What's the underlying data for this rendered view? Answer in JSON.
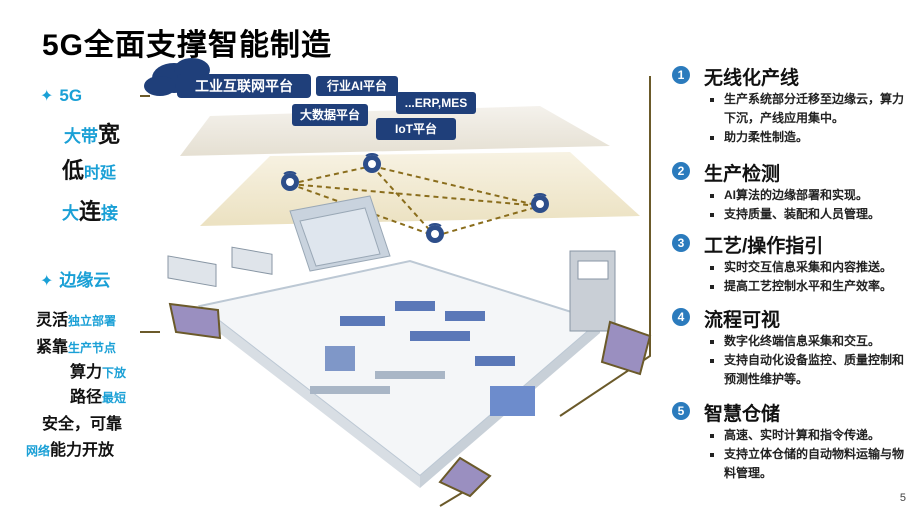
{
  "title": "5G全面支撑智能制造",
  "left": {
    "g5_head": "5G",
    "g5_lines": [
      {
        "a": "大带",
        "b": "宽"
      },
      {
        "a": "低",
        "b": "时延"
      },
      {
        "a": "大",
        "b": "连",
        "c": "接"
      }
    ],
    "edge_head": "边缘云",
    "edge_lines": [
      {
        "a": "灵活",
        "b": "独立部署"
      },
      {
        "a": "紧靠",
        "b": "生产节点"
      },
      {
        "a": "算力",
        "b": "下放"
      },
      {
        "a": "路径",
        "b": "最短"
      },
      {
        "a": "安全，可靠"
      },
      {
        "a": "网络",
        "b": "能力开放"
      }
    ]
  },
  "cloud": {
    "platforms": [
      "工业互联网平台",
      "行业AI平台",
      "...ERP,MES",
      "大数据平台",
      "IoT平台"
    ]
  },
  "sections": [
    {
      "num": "1",
      "title": "无线化产线",
      "bullets": [
        "生产系统部分迁移至边缘云，算力下沉，产线应用集中。",
        "助力柔性制造。"
      ]
    },
    {
      "num": "2",
      "title": "生产检测",
      "bullets": [
        "AI算法的边缘部署和实现。",
        "支持质量、装配和人员管理。"
      ]
    },
    {
      "num": "3",
      "title": "工艺/操作指引",
      "bullets": [
        "实时交互信息采集和内容推送。",
        "提高工艺控制水平和生产效率。"
      ]
    },
    {
      "num": "4",
      "title": "流程可视",
      "bullets": [
        "数字化终端信息采集和交互。",
        "支持自动化设备监控、质量控制和预测性维护等。"
      ]
    },
    {
      "num": "5",
      "title": "智慧仓储",
      "bullets": [
        "高速、实时计算和指令传递。",
        "支持立体仓储的自动物料运输与物料管理。"
      ]
    }
  ],
  "page_number": "5",
  "colors": {
    "accent_blue": "#1aa0d6",
    "number_blue": "#2b7bbd",
    "frame_olive": "#6b5a2a",
    "cloud_navy": "#1f3f7a"
  }
}
